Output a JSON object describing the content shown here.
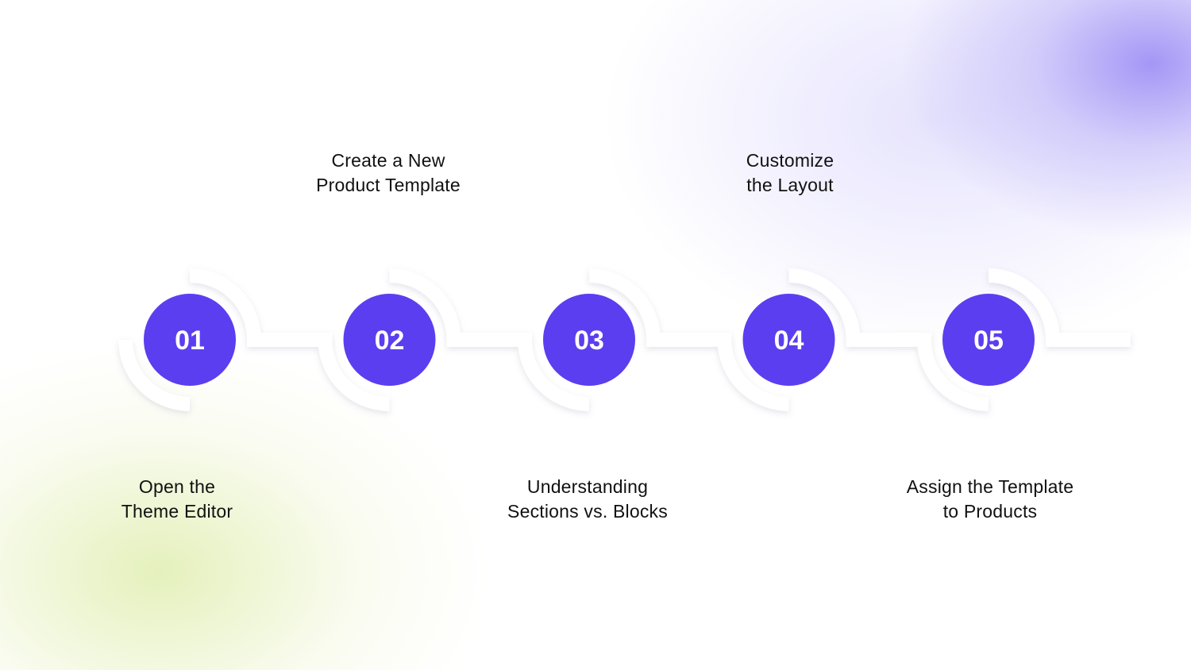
{
  "colors": {
    "accent": "#5b3ef0",
    "track": "#ffffff",
    "text": "#111111"
  },
  "steps": [
    {
      "number": "01",
      "label_lines": [
        "Open the",
        "Theme Editor"
      ],
      "position": "bottom"
    },
    {
      "number": "02",
      "label_lines": [
        "Create a New",
        "Product Template"
      ],
      "position": "top"
    },
    {
      "number": "03",
      "label_lines": [
        "Understanding",
        "Sections vs. Blocks"
      ],
      "position": "bottom"
    },
    {
      "number": "04",
      "label_lines": [
        "Customize",
        "the Layout"
      ],
      "position": "top"
    },
    {
      "number": "05",
      "label_lines": [
        "Assign the Template",
        "to Products"
      ],
      "position": "bottom"
    }
  ]
}
